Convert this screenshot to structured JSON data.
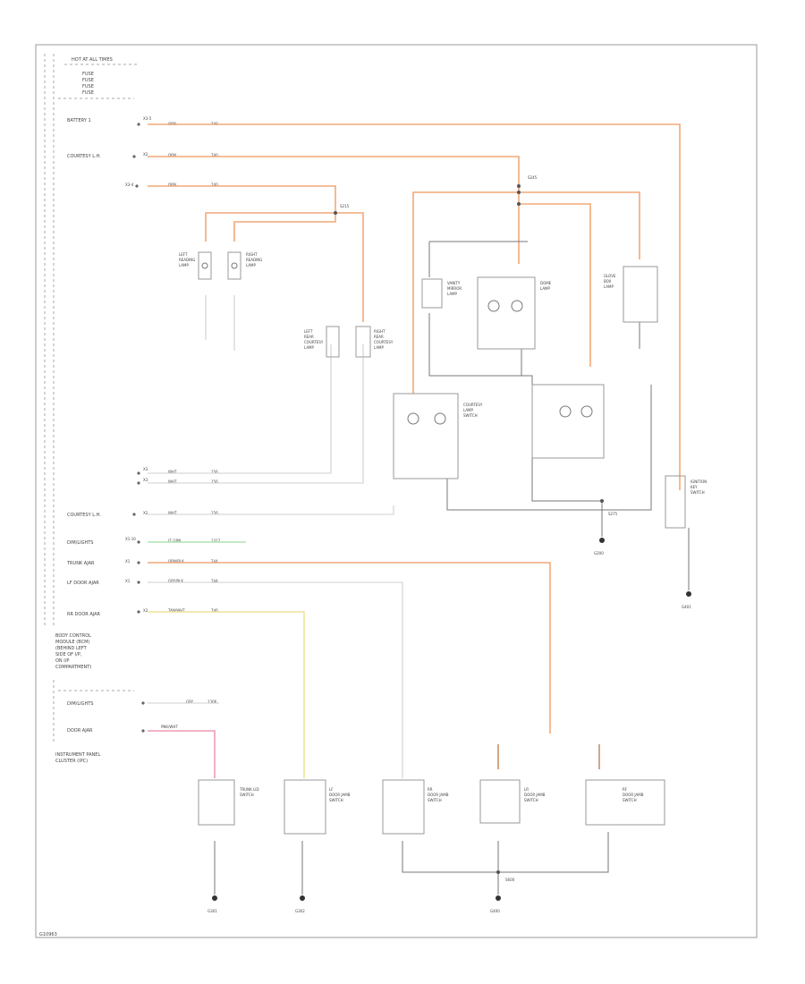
{
  "diagram": {
    "header": {
      "title": "HOT AT ALL TIMES",
      "fuses": [
        "FUSE",
        "FUSE",
        "FUSE",
        "FUSE"
      ]
    },
    "bcm_label": [
      "BODY CONTROL",
      "MODULE (BCM)",
      "(BEHIND LEFT",
      "SIDE OF I/P,",
      "ON I/P",
      "COMPARTMENT)"
    ],
    "ipc_label": [
      "INSTRUMENT PANEL",
      "CLUSTER (IPC)"
    ],
    "bcm_outputs": [
      {
        "name": "BATTERY 1",
        "pin": "X3-5",
        "circuit": "ORN",
        "code": "740"
      },
      {
        "name": "COURTESY L.H.",
        "pin": "X2",
        "circuit": "ORN",
        "code": "740"
      },
      {
        "name": "",
        "pin": "X3-4",
        "circuit": "ORN",
        "code": "740"
      },
      {
        "name": "",
        "pin": "X3",
        "circuit": "WHT",
        "code": "156"
      },
      {
        "name": "",
        "pin": "X3",
        "circuit": "WHT",
        "code": "156"
      },
      {
        "name": "COURTESY L.H.",
        "pin": "X2",
        "circuit": "WHT",
        "code": "156"
      },
      {
        "name": "DIM/LIGHTS",
        "pin": "X1-10",
        "circuit": "LT GRN",
        "code": "1317"
      },
      {
        "name": "TRUNK AJAR",
        "pin": "X1",
        "circuit": "ORN/BLK",
        "code": "744"
      },
      {
        "name": "LF DOOR AJAR",
        "pin": "X1",
        "circuit": "GRY/BLK",
        "code": "744"
      },
      {
        "name": "RR DOOR AJAR",
        "pin": "X2",
        "circuit": "TAN/WHT",
        "code": "746"
      }
    ],
    "ipc_inputs": [
      {
        "name": "DIM/LIGHTS",
        "circuit": "GRY",
        "code": "1306"
      },
      {
        "name": "DOOR AJAR",
        "circuit": "PNK/WHT",
        "code": ""
      }
    ],
    "splices": [
      "S215",
      "S245",
      "S275",
      "S600"
    ],
    "grounds": [
      "G200",
      "G301",
      "G302",
      "G400",
      "G401"
    ],
    "components": [
      {
        "id": "left-reading-lamp",
        "label": [
          "LEFT",
          "READING",
          "LAMP"
        ]
      },
      {
        "id": "left-rear-courtesy",
        "label": [
          "LEFT",
          "REAR",
          "COURTESY",
          "LAMP"
        ]
      },
      {
        "id": "right-reading-lamp",
        "label": [
          "RIGHT",
          "READING",
          "LAMP"
        ]
      },
      {
        "id": "right-rear-courtesy",
        "label": [
          "RIGHT",
          "REAR",
          "COURTESY",
          "LAMP"
        ]
      },
      {
        "id": "dome-lamp",
        "label": [
          "DOME",
          "LAMP"
        ]
      },
      {
        "id": "vanity-mirror",
        "label": [
          "VANITY",
          "MIRROR",
          "LAMP"
        ]
      },
      {
        "id": "glove-box",
        "label": [
          "GLOVE",
          "BOX",
          "LAMP"
        ]
      },
      {
        "id": "trunk-lid-switch",
        "label": [
          "TRUNK LID",
          "SWITCH"
        ]
      },
      {
        "id": "lf-door-jamb",
        "label": [
          "LF",
          "DOOR JAMB",
          "SWITCH"
        ]
      },
      {
        "id": "rr-door-jamb",
        "label": [
          "RR",
          "DOOR JAMB",
          "SWITCH"
        ]
      },
      {
        "id": "lr-door-jamb",
        "label": [
          "LR",
          "DOOR JAMB",
          "SWITCH"
        ]
      },
      {
        "id": "rf-door-jamb",
        "label": [
          "RF",
          "DOOR JAMB",
          "SWITCH"
        ]
      },
      {
        "id": "ignition-key",
        "label": [
          "IGNITION",
          "KEY",
          "SWITCH"
        ]
      },
      {
        "id": "courtesy-lamp-switch",
        "label": [
          "COURTESY",
          "LAMP",
          "SWITCH"
        ]
      }
    ],
    "footer": "G10963"
  }
}
